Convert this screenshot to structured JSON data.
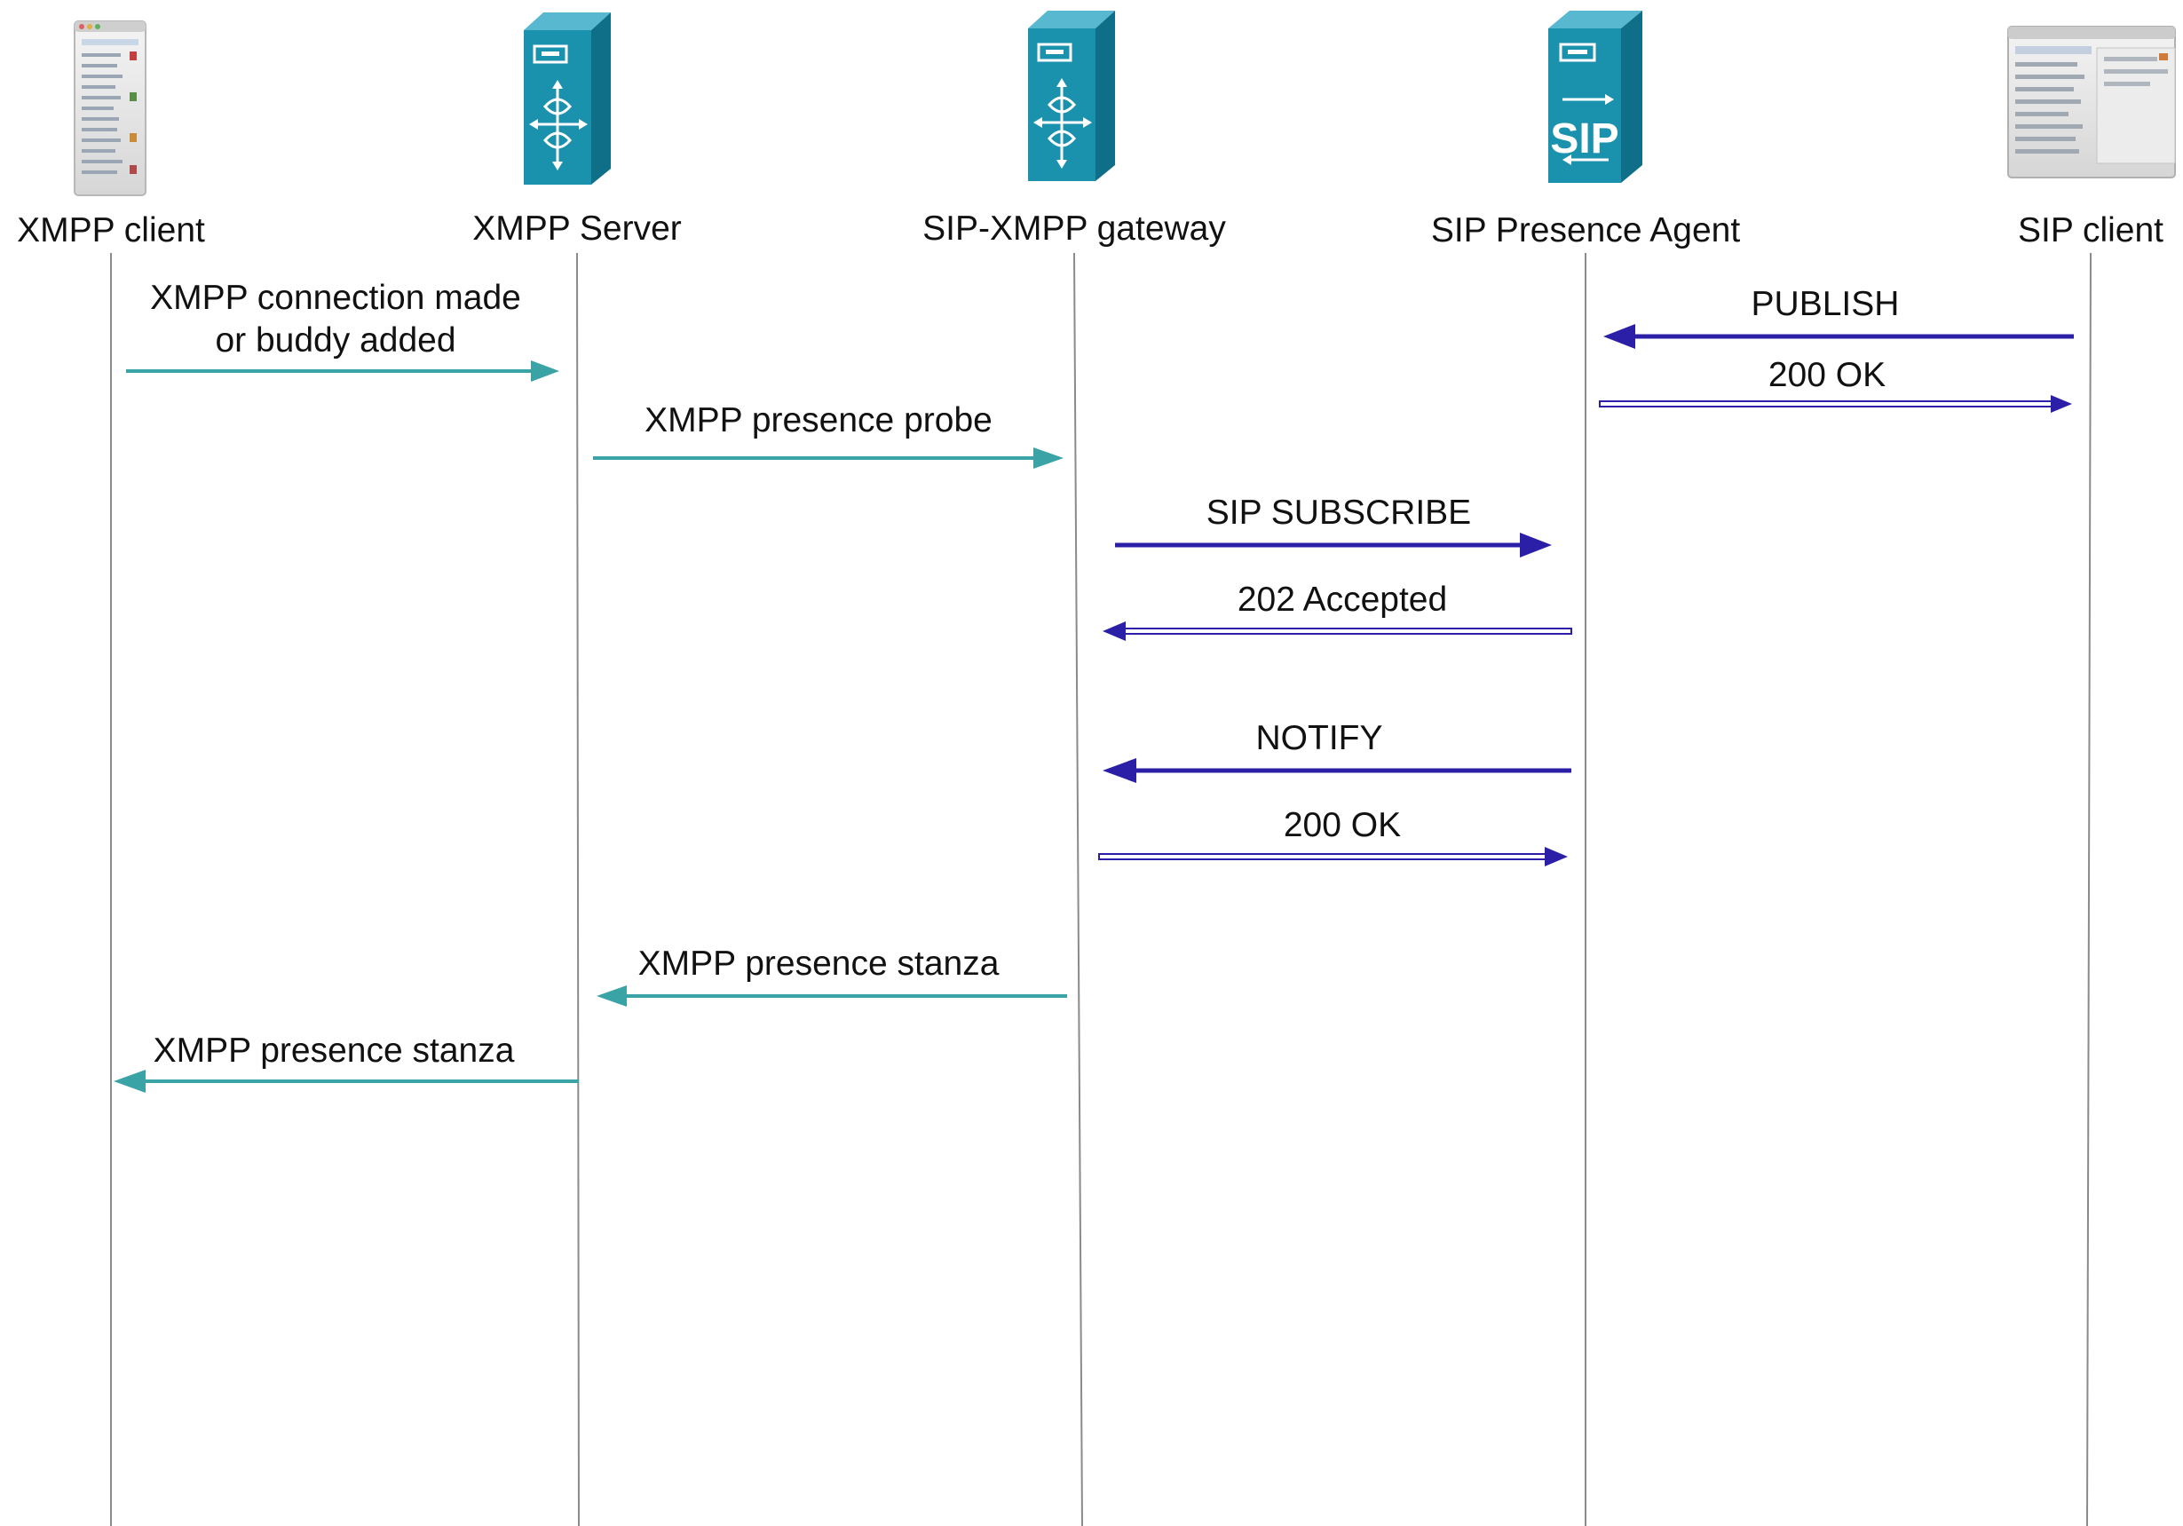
{
  "colors": {
    "xmpp_arrow": "#3aa3a5",
    "sip_arrow": "#2b1fa8",
    "lifeline": "#8a8a8a",
    "server_fill": "#1a91ad",
    "server_side": "#0f6f88",
    "server_top": "#58b8cf"
  },
  "actors": [
    {
      "id": "xmpp_client",
      "label": "XMPP client",
      "icon": "chat-client-window-icon"
    },
    {
      "id": "xmpp_server",
      "label": "XMPP Server",
      "icon": "server-tower-icon"
    },
    {
      "id": "gateway",
      "label": "SIP-XMPP gateway",
      "icon": "server-tower-icon"
    },
    {
      "id": "sip_pa",
      "label": "SIP Presence Agent",
      "icon": "sip-server-tower-icon"
    },
    {
      "id": "sip_client",
      "label": "SIP client",
      "icon": "softphone-window-icon"
    }
  ],
  "messages": [
    {
      "id": "m1",
      "from": "xmpp_client",
      "to": "xmpp_server",
      "lines": [
        "XMPP connection made",
        "or buddy added"
      ],
      "style": "xmpp"
    },
    {
      "id": "m2",
      "from": "xmpp_server",
      "to": "gateway",
      "lines": [
        "XMPP presence probe"
      ],
      "style": "xmpp"
    },
    {
      "id": "m3",
      "from": "sip_client",
      "to": "sip_pa",
      "lines": [
        "PUBLISH"
      ],
      "style": "sip-request"
    },
    {
      "id": "m4",
      "from": "sip_pa",
      "to": "sip_client",
      "lines": [
        "200 OK"
      ],
      "style": "sip-response"
    },
    {
      "id": "m5",
      "from": "gateway",
      "to": "sip_pa",
      "lines": [
        "SIP SUBSCRIBE"
      ],
      "style": "sip-request"
    },
    {
      "id": "m6",
      "from": "sip_pa",
      "to": "gateway",
      "lines": [
        "202 Accepted"
      ],
      "style": "sip-response"
    },
    {
      "id": "m7",
      "from": "sip_pa",
      "to": "gateway",
      "lines": [
        "NOTIFY"
      ],
      "style": "sip-request"
    },
    {
      "id": "m8",
      "from": "gateway",
      "to": "sip_pa",
      "lines": [
        "200 OK"
      ],
      "style": "sip-response"
    },
    {
      "id": "m9",
      "from": "gateway",
      "to": "xmpp_server",
      "lines": [
        "XMPP presence stanza"
      ],
      "style": "xmpp"
    },
    {
      "id": "m10",
      "from": "xmpp_server",
      "to": "xmpp_client",
      "lines": [
        "XMPP presence stanza"
      ],
      "style": "xmpp"
    }
  ]
}
